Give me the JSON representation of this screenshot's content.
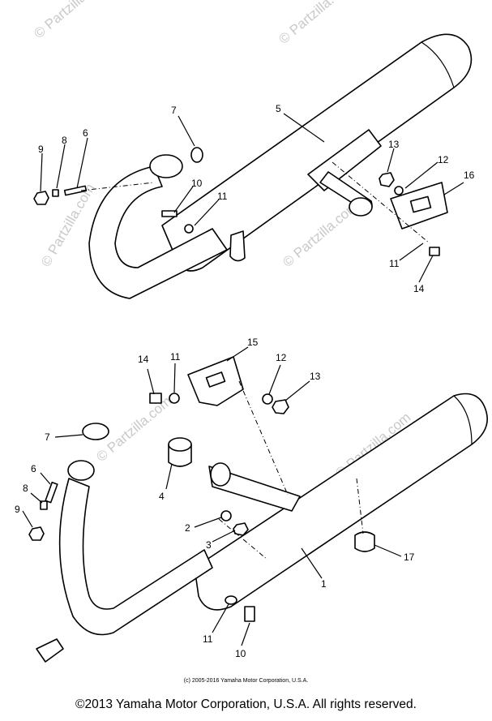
{
  "watermark": {
    "text": "© Partzilla.com"
  },
  "callouts": {
    "upper": {
      "c1": "7",
      "c2": "6",
      "c3": "8",
      "c4": "9",
      "c5": "5",
      "c6": "10",
      "c7": "11",
      "c8": "13",
      "c9": "12",
      "c10": "16",
      "c11": "11",
      "c12": "14"
    },
    "lower": {
      "c1": "14",
      "c2": "11",
      "c3": "15",
      "c4": "12",
      "c5": "13",
      "c6": "7",
      "c7": "6",
      "c8": "8",
      "c9": "9",
      "c10": "4",
      "c11": "2",
      "c12": "3",
      "c13": "17",
      "c14": "1",
      "c15": "11",
      "c16": "10"
    }
  },
  "footer": {
    "small_credit": "(c) 2005-2016 Yamaha Motor Corporation, U.S.A.",
    "copyright": "©2013 Yamaha Motor Corporation, U.S.A. All rights reserved."
  }
}
